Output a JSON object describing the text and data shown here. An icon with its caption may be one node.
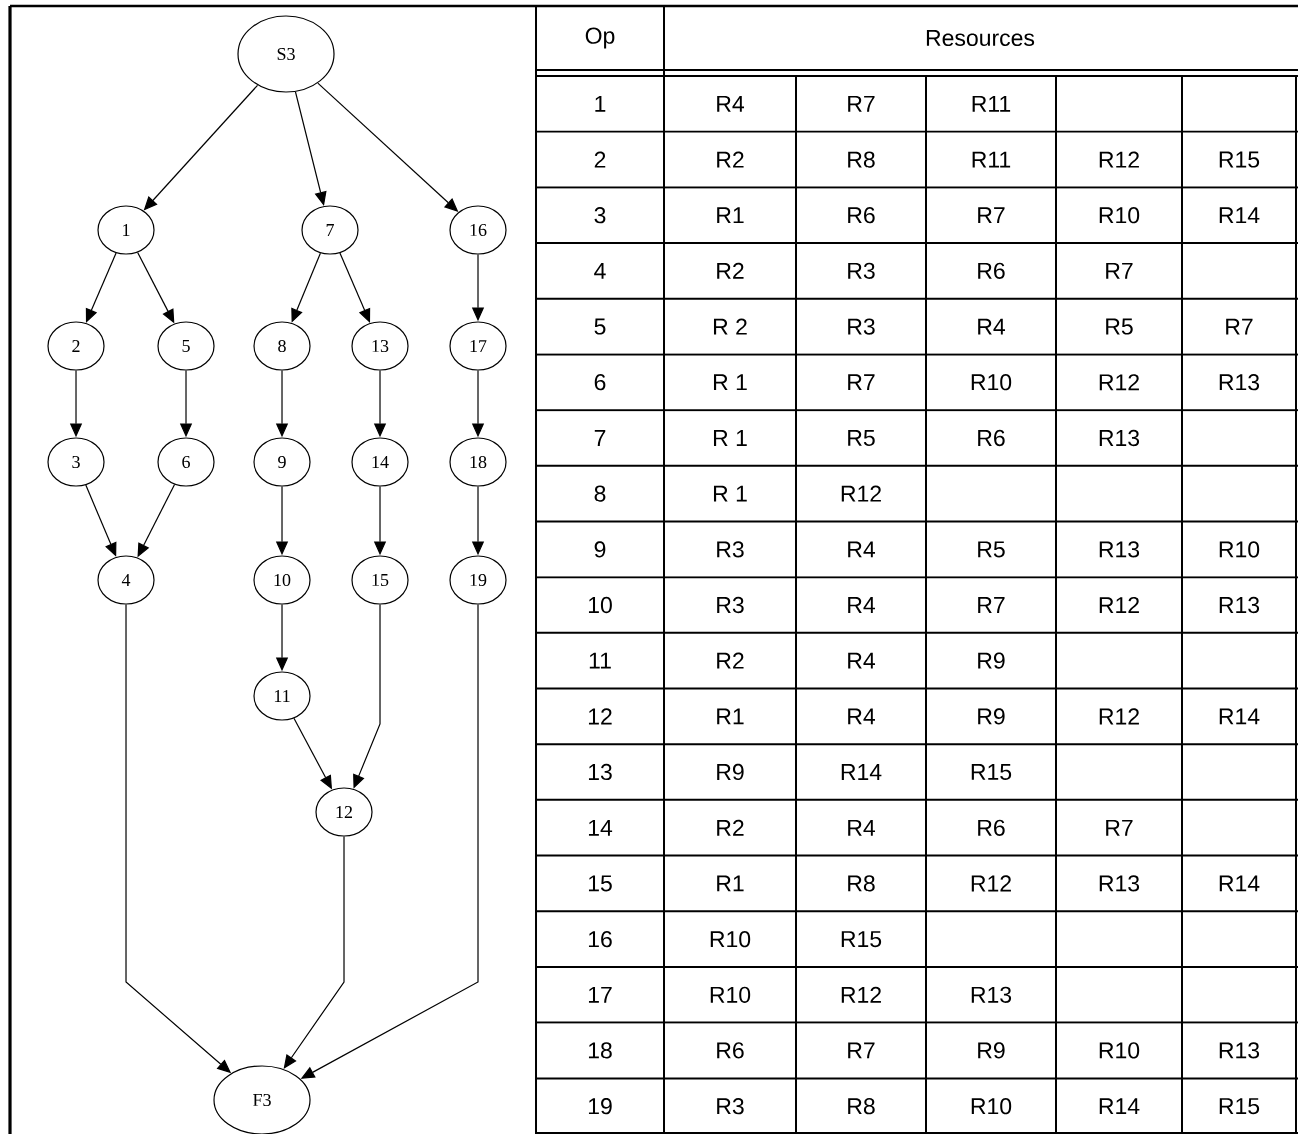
{
  "diagram": {
    "nodes": [
      {
        "text": [
          "S3"
        ]
      },
      {
        "text": [
          "1"
        ]
      },
      {
        "text": [
          "7"
        ]
      },
      {
        "text": [
          "16"
        ]
      },
      {
        "text": [
          "2"
        ]
      },
      {
        "text": [
          "5"
        ]
      },
      {
        "text": [
          "8"
        ]
      },
      {
        "text": [
          "13"
        ]
      },
      {
        "text": [
          "17"
        ]
      },
      {
        "text": [
          "3"
        ]
      },
      {
        "text": [
          "6"
        ]
      },
      {
        "text": [
          "9"
        ]
      },
      {
        "text": [
          "14"
        ]
      },
      {
        "text": [
          "18"
        ]
      },
      {
        "text": [
          "4"
        ]
      },
      {
        "text": [
          "10"
        ]
      },
      {
        "text": [
          "15"
        ]
      },
      {
        "text": [
          "19"
        ]
      },
      {
        "text": [
          "11"
        ]
      },
      {
        "text": [
          "12"
        ]
      },
      {
        "text": [
          "F3"
        ]
      }
    ],
    "edges": [
      {
        "from": 0,
        "to": 1,
        "arrow": "to"
      },
      {
        "from": 0,
        "to": 2,
        "arrow": "to"
      },
      {
        "from": 0,
        "to": 3,
        "arrow": "to"
      },
      {
        "from": 1,
        "to": 4,
        "arrow": "to"
      },
      {
        "from": 1,
        "to": 5,
        "arrow": "to"
      },
      {
        "from": 2,
        "to": 6,
        "arrow": "to"
      },
      {
        "from": 2,
        "to": 7,
        "arrow": "to"
      },
      {
        "from": 3,
        "to": 8,
        "arrow": "to"
      },
      {
        "from": 4,
        "to": 9,
        "arrow": "to"
      },
      {
        "from": 5,
        "to": 10,
        "arrow": "to"
      },
      {
        "from": 6,
        "to": 11,
        "arrow": "to"
      },
      {
        "from": 7,
        "to": 12,
        "arrow": "to"
      },
      {
        "from": 8,
        "to": 13,
        "arrow": "to"
      },
      {
        "from": 9,
        "to": 14,
        "arrow": "to"
      },
      {
        "from": 10,
        "to": 14,
        "arrow": "to"
      },
      {
        "from": 11,
        "to": 15,
        "arrow": "to"
      },
      {
        "from": 12,
        "to": 16,
        "arrow": "to"
      },
      {
        "from": 13,
        "to": 17,
        "arrow": "to"
      },
      {
        "from": 15,
        "to": 18,
        "arrow": "to"
      },
      {
        "from": 18,
        "to": 19,
        "arrow": "to"
      },
      {
        "from": 16,
        "to": 19,
        "arrow": "to"
      },
      {
        "from": 14,
        "to": 20,
        "arrow": "to"
      },
      {
        "from": 19,
        "to": 20,
        "arrow": "to"
      },
      {
        "from": 17,
        "to": 20,
        "arrow": "to"
      }
    ],
    "labels": [
      "Op",
      "Resources",
      "1",
      "R4",
      "R7",
      "R11",
      "2",
      "R2",
      "R8",
      "R11",
      "R12",
      "R15",
      "3",
      "R1",
      "R6",
      "R7",
      "R10",
      "R14",
      "4",
      "R2",
      "R3",
      "R6",
      "R7",
      "5",
      "R 2",
      "R3",
      "R4",
      "R5",
      "R7",
      "6",
      "R 1",
      "R7",
      "R10",
      "R12",
      "R13",
      "7",
      "R 1",
      "R5",
      "R6",
      "R13",
      "8",
      "R 1",
      "R12",
      "9",
      "R3",
      "R4",
      "R5",
      "R13",
      "R10",
      "10",
      "R3",
      "R4",
      "R7",
      "R12",
      "R13",
      "11",
      "R2",
      "R4",
      "R9",
      "12",
      "R1",
      "R4",
      "R9",
      "R12",
      "R14",
      "13",
      "R9",
      "R14",
      "R15",
      "14",
      "R2",
      "R4",
      "R6",
      "R7",
      "15",
      "R1",
      "R8",
      "R12",
      "R13",
      "R14",
      "16",
      "R10",
      "R15",
      "17",
      "R10",
      "R12",
      "R13",
      "18",
      "R6",
      "R7",
      "R9",
      "R10",
      "R13",
      "19",
      "R3",
      "R8",
      "R10",
      "R14",
      "R15"
    ]
  }
}
